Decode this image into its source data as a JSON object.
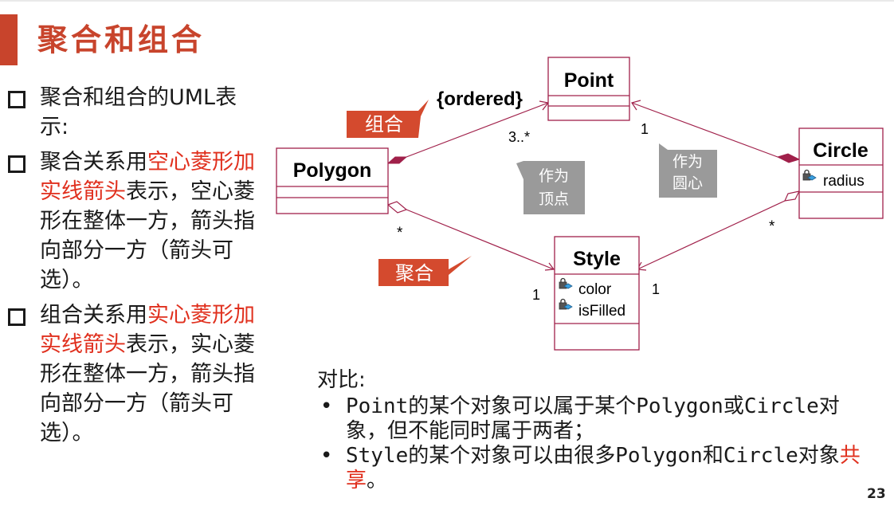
{
  "slide": {
    "title": "聚合和组合",
    "page_number": "23",
    "accent_color": "#c8442c",
    "highlight_color": "#e0301e"
  },
  "bullets": [
    {
      "parts": [
        {
          "text": "聚合和组合的UML表示:",
          "red": false
        }
      ]
    },
    {
      "parts": [
        {
          "text": "聚合关系用",
          "red": false
        },
        {
          "text": "空心菱形加实线箭头",
          "red": true
        },
        {
          "text": "表示，空心菱形在整体一方，箭头指向部分一方（箭头可选）。",
          "red": false
        }
      ]
    },
    {
      "parts": [
        {
          "text": "组合关系用",
          "red": false
        },
        {
          "text": "实心菱形加实线箭头",
          "red": true
        },
        {
          "text": "表示，实心菱形在整体一方，箭头指向部分一方（箭头可选）。",
          "red": false
        }
      ]
    }
  ],
  "diagram": {
    "classes": {
      "point": {
        "name": "Point",
        "attributes": []
      },
      "polygon": {
        "name": "Polygon",
        "attributes": []
      },
      "circle": {
        "name": "Circle",
        "attributes": [
          "radius"
        ]
      },
      "style": {
        "name": "Style",
        "attributes": [
          "color",
          "isFilled"
        ]
      }
    },
    "labels": {
      "ordered": "{ordered}",
      "mult_3": "3..*",
      "mult_point_circle": "1",
      "mult_polygon_style": "*",
      "mult_style_left": "1",
      "mult_style_right": "1",
      "mult_circle_style": "*"
    },
    "callouts": {
      "composition": "组合",
      "aggregation": "聚合",
      "as_vertex_1": "作为",
      "as_vertex_2": "顶点",
      "as_center_1": "作为",
      "as_center_2": "圆心"
    },
    "line_color": "#a0204a",
    "class_border_color": "#a0204a"
  },
  "compare": {
    "label": "对比:",
    "items": [
      {
        "parts": [
          {
            "text": "Point的某个对象可以属于某个Polygon或Circle对象，但不能同时属于两者；",
            "red": false
          }
        ]
      },
      {
        "parts": [
          {
            "text": "Style的某个对象可以由很多Polygon和Circle对象",
            "red": false
          },
          {
            "text": "共享",
            "red": true
          },
          {
            "text": "。",
            "red": false
          }
        ]
      }
    ]
  }
}
